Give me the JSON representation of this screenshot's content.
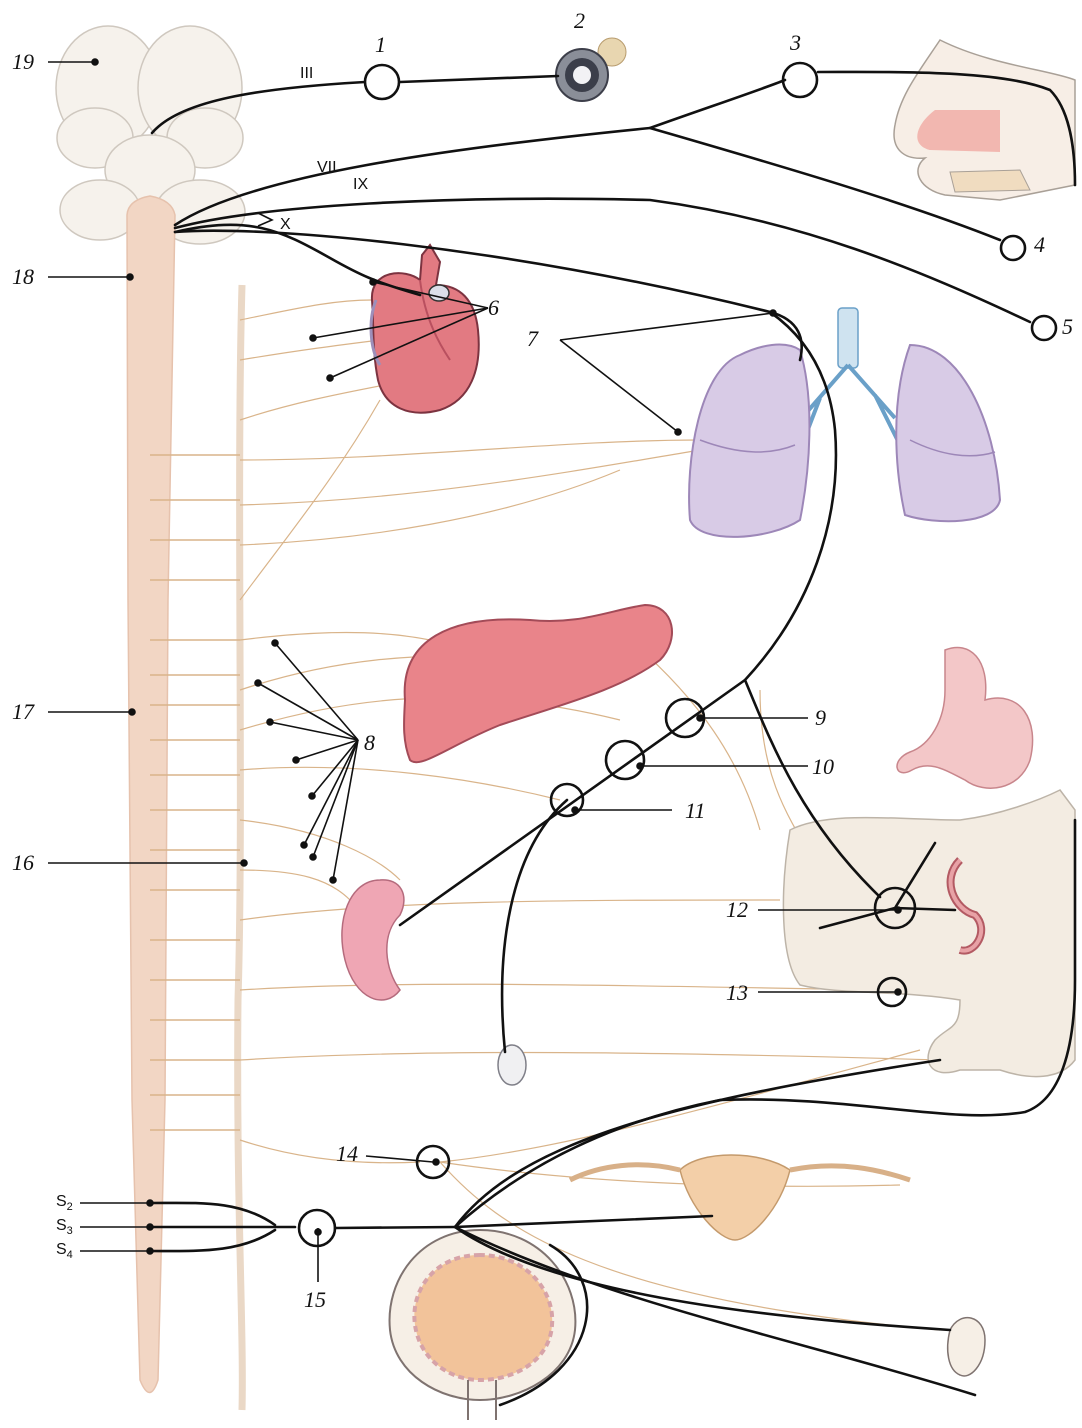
{
  "labels": {
    "n1": "1",
    "n2": "2",
    "n3": "3",
    "n4": "4",
    "n5": "5",
    "n6": "6",
    "n7": "7",
    "n8": "8",
    "n9": "9",
    "n10": "10",
    "n11": "11",
    "n12": "12",
    "n13": "13",
    "n14": "14",
    "n15": "15",
    "n16": "16",
    "n17": "17",
    "n18": "18",
    "n19": "19"
  },
  "nerves": {
    "III": "III",
    "VII": "VII",
    "IX": "IX",
    "X": "X"
  },
  "sacral": {
    "s2": {
      "letter": "S",
      "sub": "2"
    },
    "s3": {
      "letter": "S",
      "sub": "3"
    },
    "s4": {
      "letter": "S",
      "sub": "4"
    }
  },
  "colors": {
    "nerve": "#111111",
    "sympathetic": "#d9b48a",
    "spinal_cord": "#f2d6c4",
    "organ_red": "#e27a82",
    "lung": "#cdbbdc",
    "bronchi": "#6aa0c8",
    "brain": "#f6f2ec"
  }
}
